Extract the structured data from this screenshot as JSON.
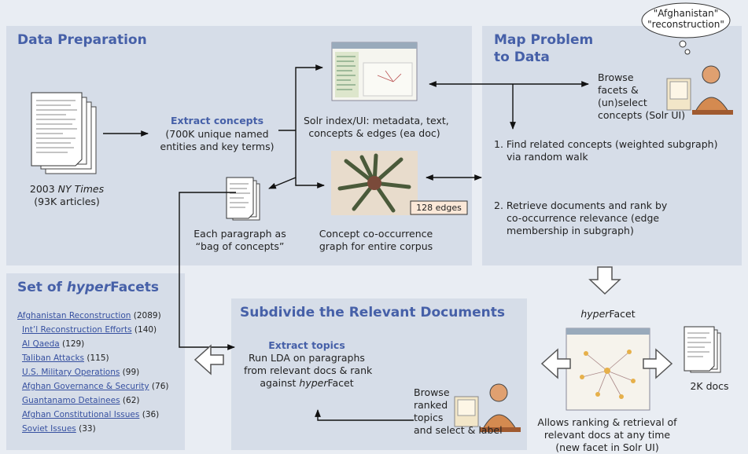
{
  "panels": {
    "data_prep": "Data Preparation",
    "map_problem_1": "Map Problem",
    "map_problem_2": "to Data",
    "hyperfacets_pre": "Set of ",
    "hyperfacets_em": "hyper",
    "hyperfacets_post": "Facets",
    "subdivide": "Subdivide the Relevant Documents"
  },
  "corpus": {
    "line1_pre": "2003 ",
    "line1_em": "NY Times",
    "line2": "(93K articles)"
  },
  "extract_concepts": {
    "title": "Extract concepts",
    "line1": "(700K unique named",
    "line2": "entities and key terms)"
  },
  "solr": {
    "line1": "Solr index/UI: metadata, text,",
    "line2": "concepts & edges (ea doc)"
  },
  "paragraph": {
    "line1": "Each paragraph as",
    "line2": "“bag of concepts”"
  },
  "graph": {
    "badge": "128 edges",
    "line1": "Concept co-occurrence",
    "line2": "graph for entire corpus"
  },
  "browse": {
    "line1": "Browse",
    "line2": "facets &",
    "line3": "(un)select",
    "line4": "concepts (Solr UI)"
  },
  "bubble": {
    "line1": "\"Afghanistan\"",
    "line2": "\"reconstruction\""
  },
  "steps": {
    "s1_l1": "1.  Find related concepts (weighted subgraph)",
    "s1_l2": "via random walk",
    "s2_l1": "2.  Retrieve documents and rank by",
    "s2_l2": "co-occurrence relevance (edge",
    "s2_l3": "membership in subgraph)"
  },
  "hyperfacet_label": {
    "em": "hyper",
    "rest": "Facet"
  },
  "docs_2k": "2K docs",
  "allows": {
    "line1": "Allows ranking & retrieval of",
    "line2": "relevant docs at any time",
    "line3": "(new facet in Solr UI)"
  },
  "extract_topics": {
    "title": "Extract topics",
    "line1": "Run LDA on paragraphs",
    "line2": "from relevant docs & rank",
    "line3_pre": "against ",
    "line3_em": "hyper",
    "line3_post": "Facet"
  },
  "browse_ranked": {
    "line1": "Browse",
    "line2": "ranked",
    "line3": "topics",
    "line4": "and select & label"
  },
  "facets": [
    {
      "name": "Afghanistan Reconstruction",
      "count": "(2089)"
    },
    {
      "name": "Int’l Reconstruction Efforts",
      "count": "(140)"
    },
    {
      "name": "Al Qaeda",
      "count": "(129)"
    },
    {
      "name": "Taliban Attacks",
      "count": "(115)"
    },
    {
      "name": "U.S. Military Operations",
      "count": "(99)"
    },
    {
      "name": "Afghan Governance & Security",
      "count": "(76)"
    },
    {
      "name": "Guantanamo Detainees",
      "count": "(62)"
    },
    {
      "name": "Afghan Constitutional Issues",
      "count": "(36)"
    },
    {
      "name": "Soviet Issues",
      "count": "(33)"
    }
  ]
}
